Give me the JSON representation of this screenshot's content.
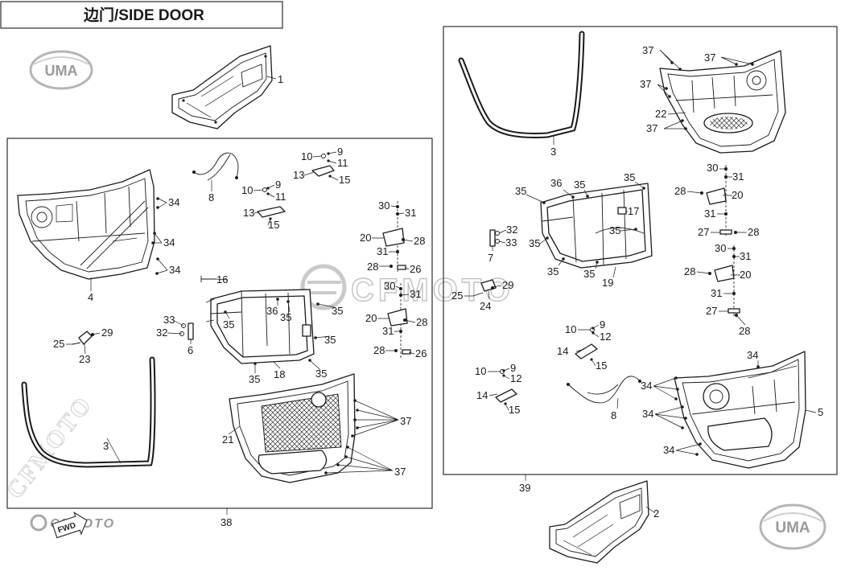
{
  "title": "边门/SIDE DOOR",
  "callouts": [
    "1",
    "4",
    "34",
    "34",
    "34",
    "8",
    "10",
    "9",
    "11",
    "13",
    "15",
    "10",
    "9",
    "11",
    "13",
    "15",
    "30",
    "31",
    "20",
    "28",
    "31",
    "28",
    "26",
    "16",
    "30",
    "31",
    "36",
    "35",
    "35",
    "35",
    "20",
    "28",
    "31",
    "33",
    "32",
    "6",
    "25",
    "29",
    "23",
    "35",
    "28",
    "26",
    "35",
    "18",
    "35",
    "37",
    "21",
    "3",
    "37",
    "37",
    "37",
    "37",
    "22",
    "37",
    "3",
    "35",
    "36",
    "35",
    "35",
    "30",
    "31",
    "28",
    "20",
    "17",
    "31",
    "32",
    "33",
    "27",
    "28",
    "35",
    "35",
    "7",
    "30",
    "31",
    "35",
    "35",
    "19",
    "28",
    "20",
    "25",
    "29",
    "24",
    "31",
    "27",
    "10",
    "9",
    "12",
    "28",
    "14",
    "15",
    "34",
    "10",
    "9",
    "12",
    "34",
    "14",
    "15",
    "8",
    "34",
    "5",
    "34",
    "38",
    "39",
    "2"
  ],
  "logos": {
    "uma_top": "UMA",
    "uma_bottom": "UMA",
    "cfmoto_bottom": "CFMOTO",
    "fwd": "FWD",
    "watermark_center": "CFMOTO",
    "watermark_diagonal": "CFMOTO"
  },
  "icons": [
    "uma-logo",
    "cfmoto-logo",
    "fwd-arrow-icon"
  ],
  "colors": {
    "line": "#1a1a1a",
    "logo": "#9a9a9a",
    "watermark": "#c4c4c4"
  }
}
